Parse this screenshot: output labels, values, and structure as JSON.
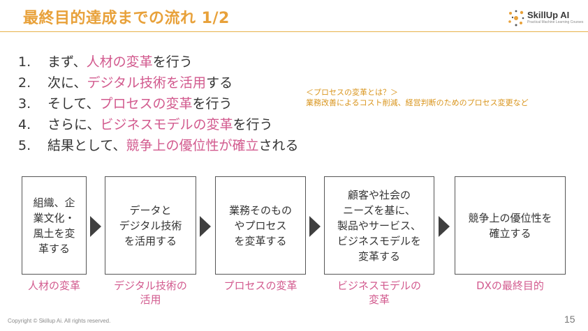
{
  "header": {
    "title": "最終目的達成までの流れ 1/2",
    "logo_text": "SkillUp AI",
    "logo_sub": "Practical Machine Learning Courses"
  },
  "steps": [
    {
      "num": "1.",
      "pre": "まず、",
      "hl": "人材の変革",
      "post": "を行う"
    },
    {
      "num": "2.",
      "pre": "次に、",
      "hl": "デジタル技術を活用",
      "post": "する"
    },
    {
      "num": "3.",
      "pre": "そして、",
      "hl": "プロセスの変革",
      "post": "を行う"
    },
    {
      "num": "4.",
      "pre": "さらに、",
      "hl": "ビジネスモデルの変革",
      "post": "を行う"
    },
    {
      "num": "5.",
      "pre": "結果として、",
      "hl": "競争上の優位性が確立",
      "post": "される"
    }
  ],
  "note": {
    "title": "＜プロセスの変革とは？＞",
    "text": "業務改善によるコスト削減、経営判断のためのプロセス変更など"
  },
  "flow": [
    {
      "lines": [
        "組織、企",
        "業文化・",
        "風土を変",
        "革する"
      ],
      "caption": [
        "人材の変革"
      ]
    },
    {
      "lines": [
        "データと",
        "デジタル技術",
        "を活用する"
      ],
      "caption": [
        "デジタル技術の",
        "活用"
      ]
    },
    {
      "lines": [
        "業務そのもの",
        "やプロセス",
        "を変革する"
      ],
      "caption": [
        "プロセスの変革"
      ]
    },
    {
      "lines": [
        "顧客や社会の",
        "ニーズを基に、",
        "製品やサービス、",
        "ビジネスモデルを",
        "変革する"
      ],
      "caption": [
        "ビジネスモデルの",
        "変革"
      ]
    },
    {
      "lines": [
        "競争上の優位性を",
        "確立する"
      ],
      "caption": [
        "DXの最終目的"
      ]
    }
  ],
  "footer": {
    "copyright": "Copyright © Skillup Ai. All rights reserved.",
    "page": "15"
  },
  "colors": {
    "accent": "#e8a13a",
    "highlight": "#d25a8e",
    "note": "#d9951d"
  }
}
